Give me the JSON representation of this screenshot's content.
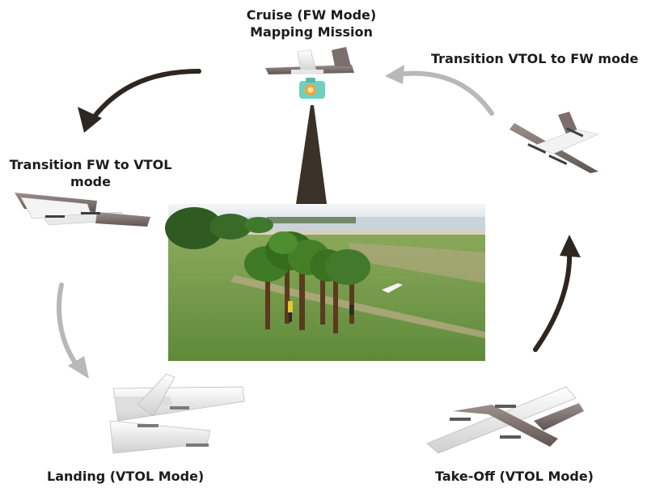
{
  "diagram": {
    "stages": {
      "cruise": {
        "line1": "Cruise (FW Mode)",
        "line2": "Mapping Mission"
      },
      "transition_vtol_to_fw": {
        "label": "Transition VTOL to FW mode"
      },
      "transition_fw_to_vtol": {
        "line1": "Transition FW to VTOL",
        "line2": "mode"
      },
      "landing": {
        "label": "Landing (VTOL Mode)"
      },
      "takeoff": {
        "label": "Take-Off (VTOL Mode)"
      }
    },
    "colors": {
      "arrow_dark": "#2e2620",
      "arrow_light": "#b8b8b8",
      "wing_white": "#f2f2f2",
      "wing_grey": "#7a6f6d",
      "beam": "#3a3128",
      "camera_teal": "#6fd0c0",
      "camera_lens": "#f2a33a",
      "sky": "#e9eef2",
      "grass": "#6f9a45",
      "tree_canopy": "#3f7a24",
      "tree_trunk": "#5a3b1e"
    }
  }
}
